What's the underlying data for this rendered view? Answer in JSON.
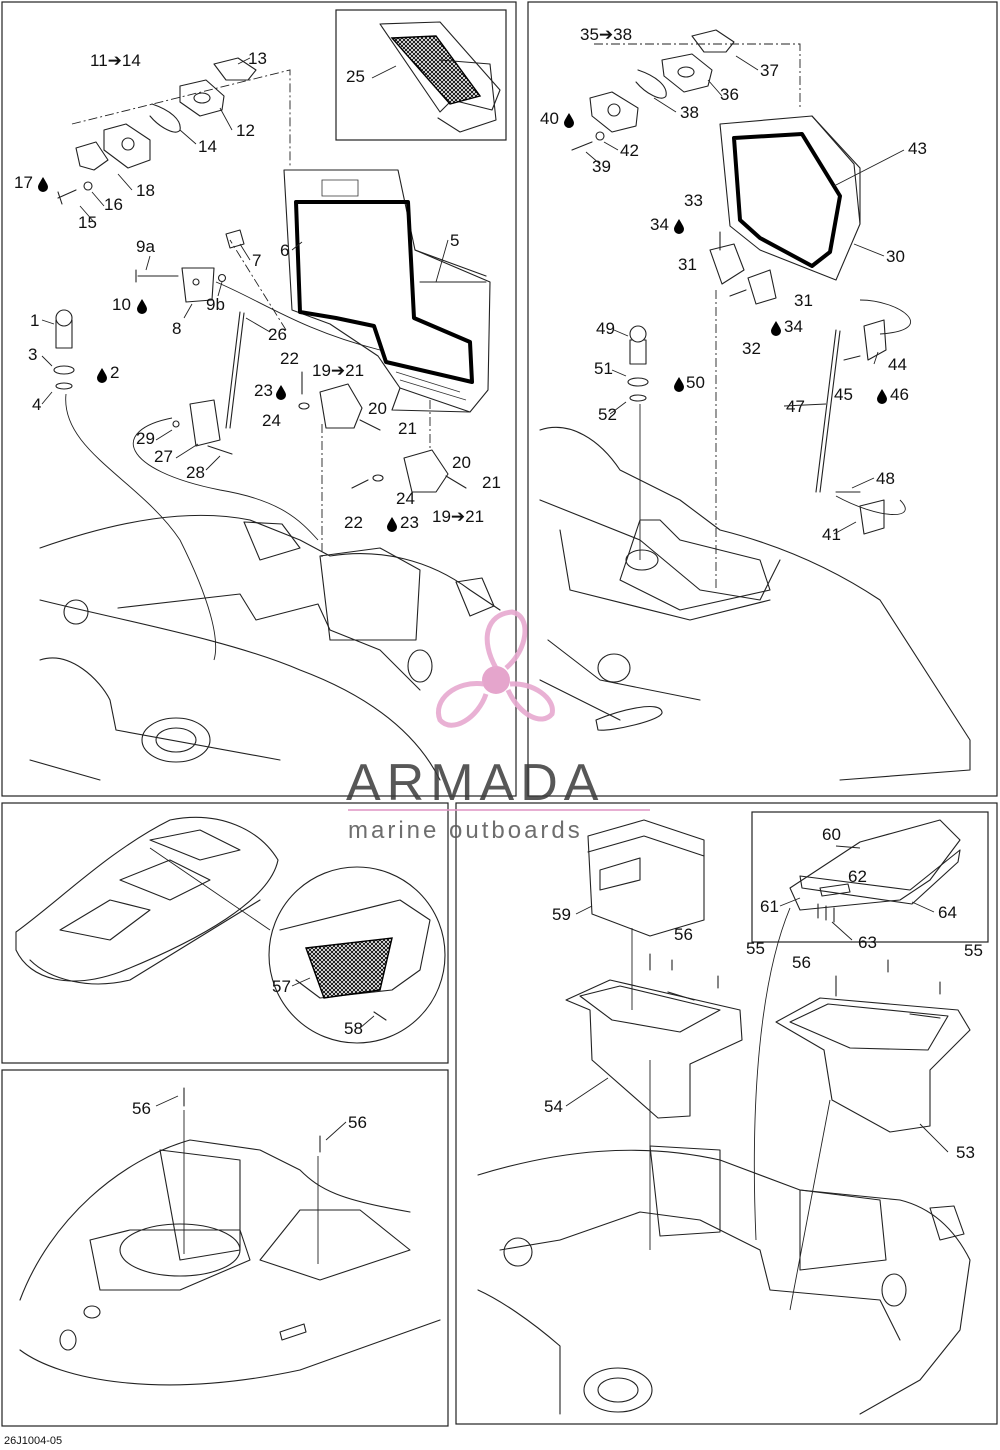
{
  "diagram": {
    "figure_code": "26J1004-05",
    "watermark": {
      "brand": "ARMADA",
      "tagline": "marine outboards",
      "logo_color": "#e29bc7"
    },
    "callouts": {
      "c1": "1",
      "c2": "2",
      "c3": "3",
      "c4": "4",
      "c5": "5",
      "c6": "6",
      "c7": "7",
      "c8": "8",
      "c9a": "9a",
      "c9b": "9b",
      "c10": "10",
      "c11_14": "11➔14",
      "c12": "12",
      "c13": "13",
      "c14": "14",
      "c15": "15",
      "c16": "16",
      "c17": "17",
      "c18": "18",
      "c19_21a": "19➔21",
      "c19_21b": "19➔21",
      "c20a": "20",
      "c20b": "20",
      "c21a": "21",
      "c21b": "21",
      "c22a": "22",
      "c22b": "22",
      "c23a": "23",
      "c23b": "23",
      "c24a": "24",
      "c24b": "24",
      "c25": "25",
      "c26": "26",
      "c27": "27",
      "c28": "28",
      "c29": "29",
      "c30": "30",
      "c31a": "31",
      "c31b": "31",
      "c32": "32",
      "c33": "33",
      "c34a": "34",
      "c34b": "34",
      "c35_38": "35➔38",
      "c36": "36",
      "c37": "37",
      "c38": "38",
      "c39": "39",
      "c40": "40",
      "c41": "41",
      "c42": "42",
      "c43": "43",
      "c44": "44",
      "c45": "45",
      "c46": "46",
      "c47": "47",
      "c48": "48",
      "c49": "49",
      "c50": "50",
      "c51": "51",
      "c52": "52",
      "c53": "53",
      "c54": "54",
      "c55a": "55",
      "c55b": "55",
      "c56a": "56",
      "c56b": "56",
      "c56c": "56",
      "c56d": "56",
      "c57": "57",
      "c58": "58",
      "c59": "59",
      "c60": "60",
      "c61": "61",
      "c62": "62",
      "c63": "63",
      "c64": "64"
    }
  }
}
